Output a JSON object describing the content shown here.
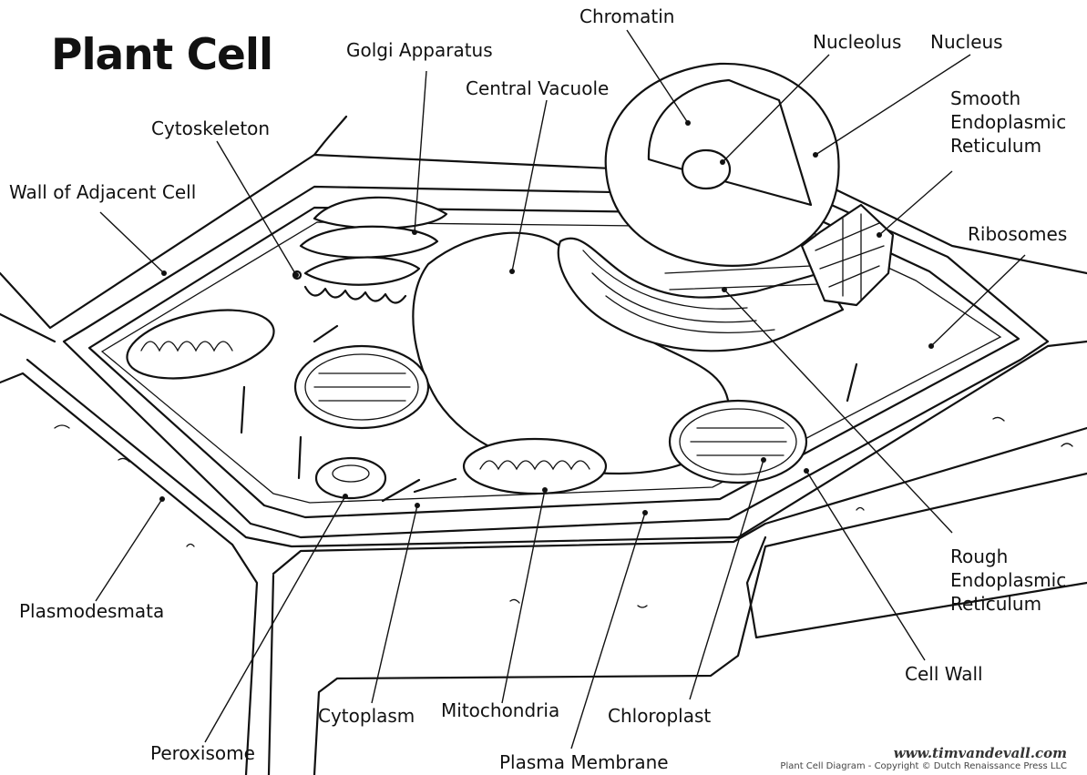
{
  "title": "Plant Cell",
  "labels": {
    "chromatin": "Chromatin",
    "golgi": "Golgi Apparatus",
    "nucleolus": "Nucleolus",
    "nucleus": "Nucleus",
    "central_vacuole": "Central Vacuole",
    "smooth_er_1": "Smooth",
    "smooth_er_2": "Endoplasmic",
    "smooth_er_3": "Reticulum",
    "cytoskeleton": "Cytoskeleton",
    "wall_adjacent": "Wall of Adjacent Cell",
    "ribosomes": "Ribosomes",
    "rough_er_1": "Rough",
    "rough_er_2": "Endoplasmic",
    "rough_er_3": "Reticulum",
    "plasmodesmata": "Plasmodesmata",
    "cell_wall": "Cell Wall",
    "cytoplasm": "Cytoplasm",
    "mitochondria": "Mitochondria",
    "chloroplast": "Chloroplast",
    "peroxisome": "Peroxisome",
    "plasma_membrane": "Plasma Membrane"
  },
  "footer": {
    "website": "www.timvandevall.com",
    "copyright": "Plant Cell Diagram - Copyright © Dutch Renaissance Press LLC"
  }
}
